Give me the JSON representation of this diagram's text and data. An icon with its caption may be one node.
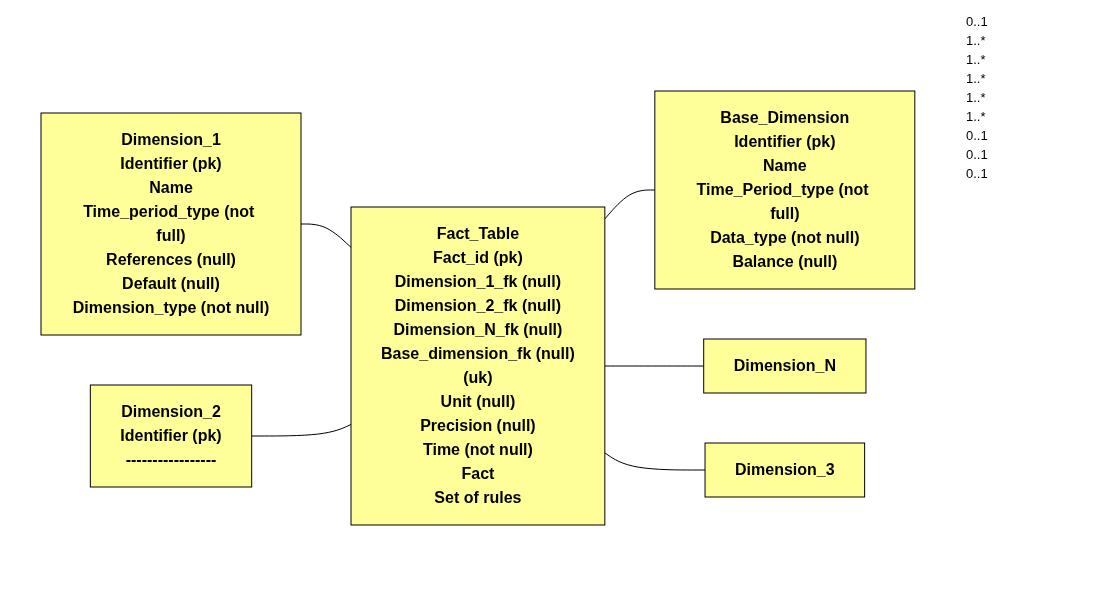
{
  "diagram": {
    "nodes": [
      {
        "text": [
          "Dimension_1",
          "Identifier (pk)",
          "Name",
          "Time_period_type (not full)",
          "References (null)",
          "Default (null)",
          "Dimension_type (not null)"
        ]
      },
      {
        "text": [
          "Fact_Table",
          "Fact_id (pk)",
          "Dimension_1_fk (null)",
          "Dimension_2_fk (null)",
          "Dimension_N_fk (null)",
          "Base_dimension_fk (null)",
          "(uk)",
          "Unit (null)",
          "Precision (null)",
          "Time (not null)",
          "Fact",
          "Set of rules"
        ]
      },
      {
        "text": [
          "Base_Dimension",
          "Identifier (pk)",
          "Name",
          "Time_Period_type (not full)",
          "Data_type (not null)",
          "Balance (null)"
        ]
      },
      {
        "text": [
          "Dimension_N"
        ]
      },
      {
        "text": [
          "Dimension_2",
          "Identifier (pk)",
          "-----------------"
        ]
      },
      {
        "text": [
          "Dimension_3"
        ]
      }
    ],
    "edges": [
      {
        "from": 0,
        "to": 1,
        "arrow": "none"
      },
      {
        "from": 1,
        "to": 2,
        "arrow": "none"
      },
      {
        "from": 4,
        "to": 1,
        "arrow": "none"
      },
      {
        "from": 1,
        "to": 3,
        "arrow": "none"
      },
      {
        "from": 1,
        "to": 5,
        "arrow": "none"
      }
    ],
    "labels": [
      "0..1",
      "1..*",
      "1..*",
      "1..*",
      "1..*",
      "1..*",
      "0..1",
      "0..1",
      "0..1"
    ]
  }
}
